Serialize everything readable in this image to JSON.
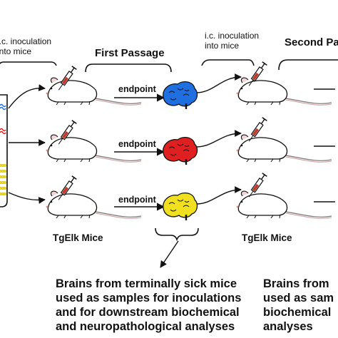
{
  "labels": {
    "inoc_left": [
      "i.c. inoculation",
      "into mice"
    ],
    "inoc_right": [
      "i.c. inoculation",
      "into mice"
    ],
    "first_passage": "First Passage",
    "second_passage": "Second Pa",
    "endpoint": "endpoint",
    "tgelk_left": "TgElk Mice",
    "tgelk_right": "TgElk Mice"
  },
  "captions": {
    "left": [
      "Brains from terminally sick mice",
      "used as samples for inoculations",
      "and for downstream biochemical",
      "and neuropathological analyses"
    ],
    "right": [
      "Brains from",
      "used as sam",
      "biochemical",
      "analyses"
    ]
  },
  "brain_colors": [
    "#1f6fe0",
    "#e02020",
    "#f0e020"
  ],
  "sample_colors": [
    "#1f6fe0",
    "#e02020",
    "#f0e020"
  ],
  "syringe_color": "#c0392b"
}
